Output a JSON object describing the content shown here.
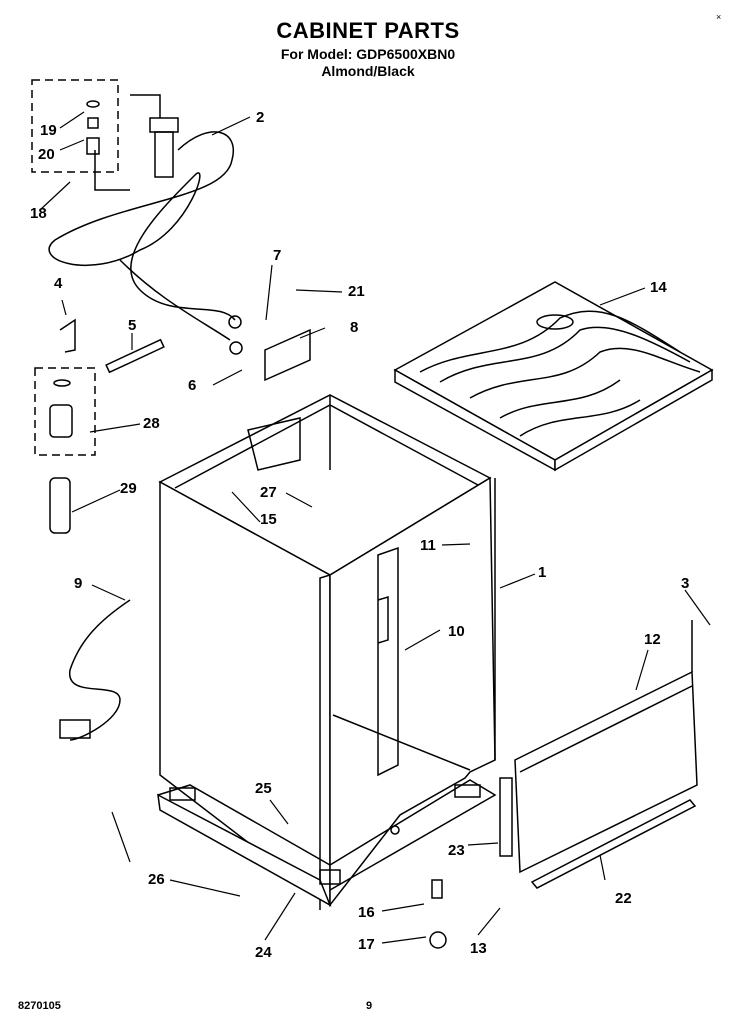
{
  "header": {
    "title": "CABINET PARTS",
    "model_line": "For Model: GDP6500XBN0",
    "color_line": "Almond/Black"
  },
  "corner_mark": "×",
  "callouts": [
    "1",
    "2",
    "3",
    "4",
    "5",
    "6",
    "7",
    "8",
    "9",
    "10",
    "11",
    "12",
    "13",
    "14",
    "15",
    "16",
    "17",
    "18",
    "19",
    "20",
    "21",
    "22",
    "23",
    "24",
    "25",
    "26",
    "27",
    "28",
    "29"
  ],
  "footer": {
    "doc_number": "8270105",
    "page_number": "9"
  }
}
